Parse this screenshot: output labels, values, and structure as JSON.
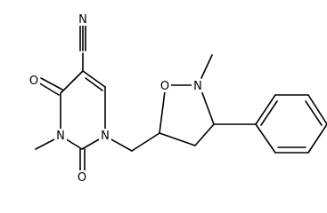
{
  "molecule": {
    "atoms": {
      "n_nitrile": "N",
      "o_carbonyl_top": "O",
      "o_carbonyl_bottom": "O",
      "n_ring_1": "N",
      "n_ring_3": "N",
      "o_isoxazolidine": "O",
      "n_isoxazolidine": "N"
    },
    "colors": {
      "bond": "#000000",
      "label": "#000000",
      "background": "#ffffff"
    }
  }
}
